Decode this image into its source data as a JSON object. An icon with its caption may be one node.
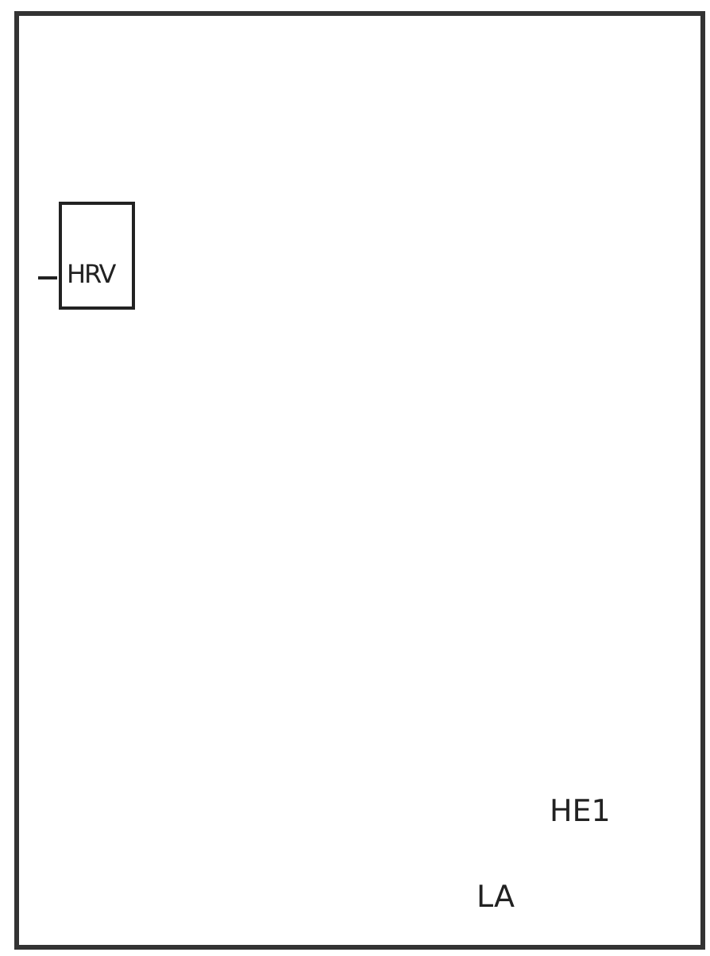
{
  "diagram": {
    "nodes": [
      {
        "text": [],
        "shape": "box"
      },
      {
        "text": [
          "HRV"
        ],
        "in": 0
      }
    ],
    "labels": [
      "HE1",
      "LA"
    ]
  }
}
